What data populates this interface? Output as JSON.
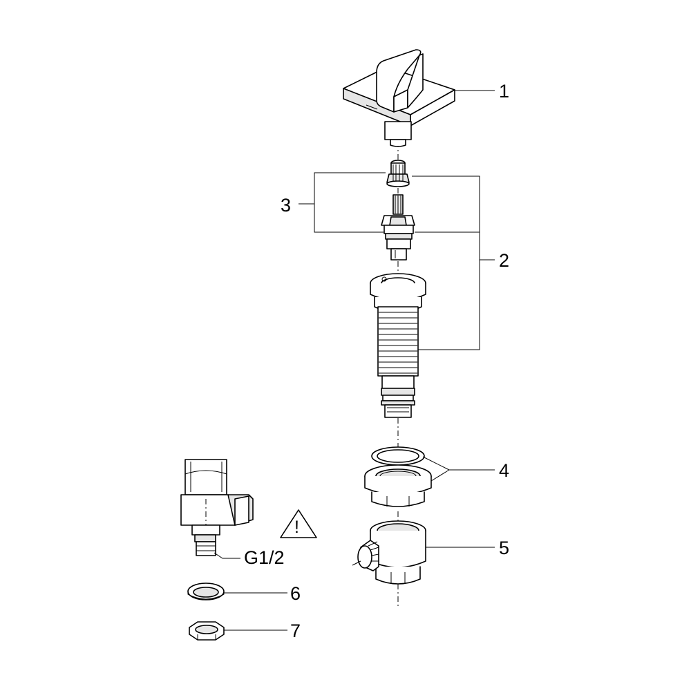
{
  "callouts": {
    "c1": "1",
    "c2": "2",
    "c3": "3",
    "c4": "4",
    "c5": "5",
    "c6": "6",
    "c7": "7"
  },
  "thread_label": "G1/2",
  "warning_symbol": "!",
  "icons": {
    "warning": "warning-triangle-icon"
  }
}
